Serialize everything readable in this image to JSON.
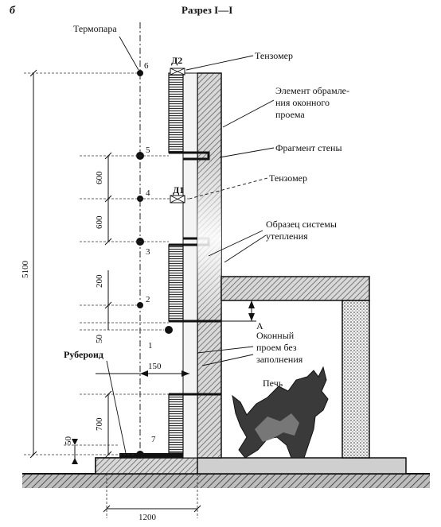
{
  "figure": {
    "letter": "б",
    "title": "Разрез I—I"
  },
  "labels": {
    "thermocouple": "Термопара",
    "strain_top": "Тензомер",
    "frame_element": [
      "Элемент обрамле-",
      "ния оконного",
      "проема"
    ],
    "wall_fragment": "Фрагмент стены",
    "strain_mid": "Тензомер",
    "insulation_sample": [
      "Образец системы",
      "утепления"
    ],
    "window_opening": [
      "Оконный",
      "проем без",
      "заполнения"
    ],
    "furnace": "Печь",
    "roofing": "Рубероид",
    "gauge_d1": "Д1",
    "gauge_d2": "Д2",
    "point_a": "А"
  },
  "points": [
    "1",
    "2",
    "3",
    "4",
    "5",
    "6",
    "7"
  ],
  "dimensions": {
    "total_height": "5100",
    "spacing_upper": "600",
    "spacing_lower": "600",
    "spacing_200": "200",
    "spacing_50_mid": "50",
    "offset_150": "150",
    "spacing_700": "700",
    "spacing_50_bot": "50",
    "width_1200": "1200"
  }
}
